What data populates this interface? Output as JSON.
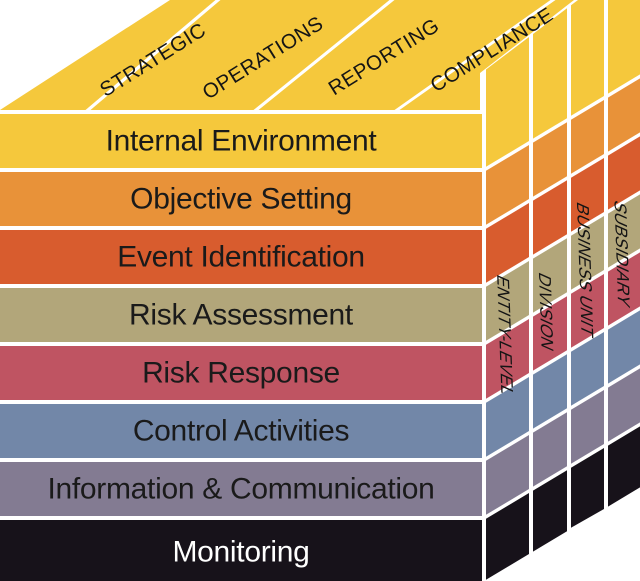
{
  "diagram": {
    "name": "COSO ERM Cube",
    "background": "#ffffff",
    "separator_color": "#ffffff"
  },
  "colors": {
    "top_face": "#F5C83C",
    "text_dark": "#1a1a1a",
    "text_light": "#ffffff"
  },
  "top_face": {
    "columns": [
      "STRATEGIC",
      "OPERATIONS",
      "REPORTING",
      "COMPLIANCE"
    ]
  },
  "front_face": {
    "rows": [
      {
        "label": "Internal Environment",
        "color": "#F5C83C"
      },
      {
        "label": "Objective Setting",
        "color": "#E89239"
      },
      {
        "label": "Event Identification",
        "color": "#D85C2E"
      },
      {
        "label": "Risk Assessment",
        "color": "#B2A67A"
      },
      {
        "label": "Risk Response",
        "color": "#BF5462"
      },
      {
        "label": "Control Activities",
        "color": "#7287A8"
      },
      {
        "label": "Information & Communication",
        "color": "#837B92"
      },
      {
        "label": "Monitoring",
        "color": "#17121A"
      }
    ]
  },
  "side_face": {
    "columns": [
      "ENTITY-LEVEL",
      "DIVISION",
      "BUSINESS UNIT",
      "SUBSIDIARY"
    ]
  }
}
